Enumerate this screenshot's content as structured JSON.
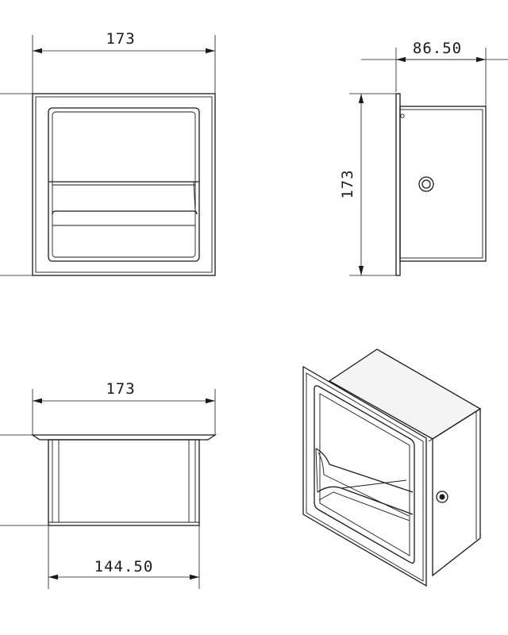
{
  "dimensions": {
    "front_width": "173",
    "side_depth": "86.50",
    "side_height": "173",
    "top_width": "173",
    "top_inner_width": "144.50"
  }
}
